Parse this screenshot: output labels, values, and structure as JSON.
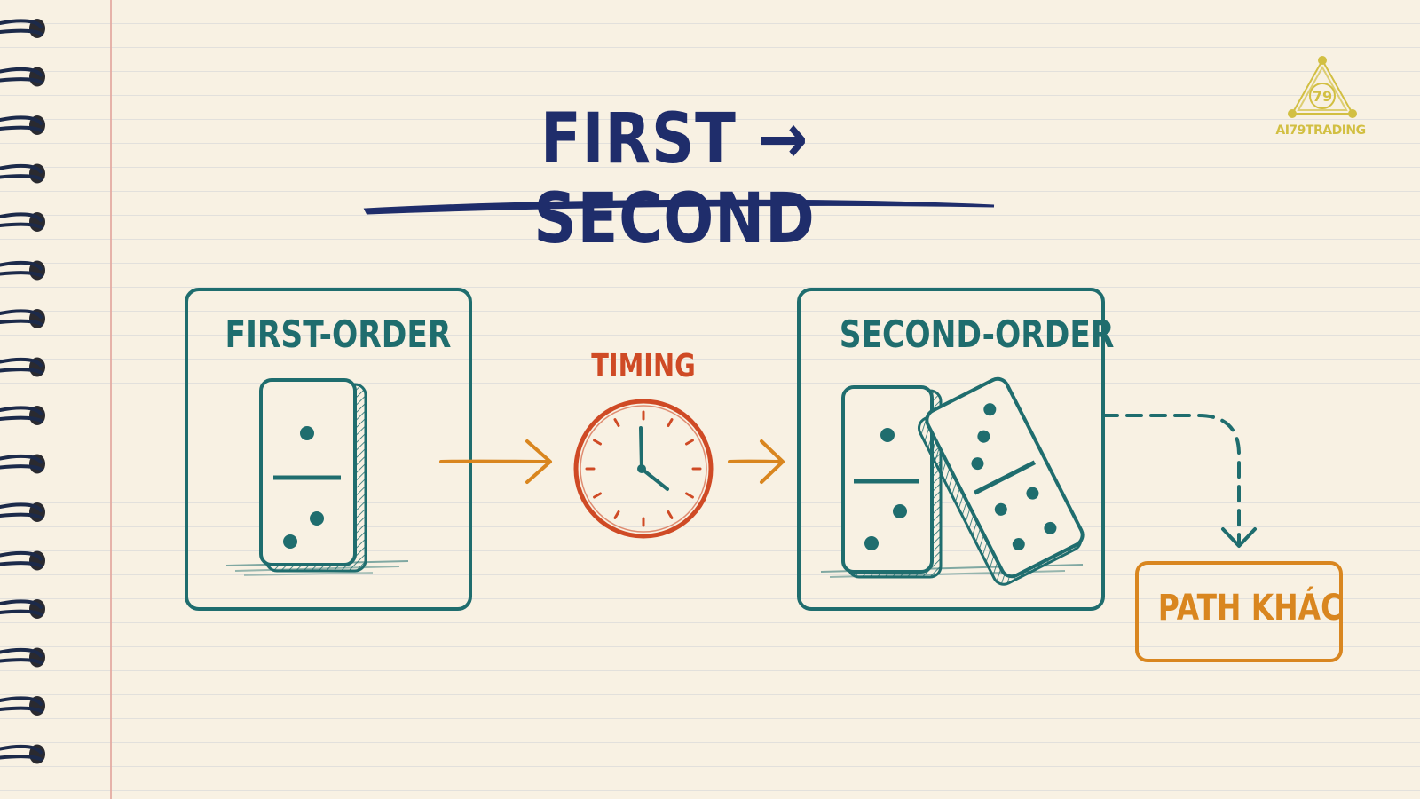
{
  "title": "FIRST → SECOND",
  "first_box": {
    "label": "FIRST-ORDER"
  },
  "timing": {
    "label": "TIMING"
  },
  "second_box": {
    "label": "SECOND-ORDER"
  },
  "path_box": {
    "label": "PATH KHÁC"
  },
  "logo": {
    "text": "AI79TRADING",
    "mark": "79"
  },
  "colors": {
    "paper": "#f8f1e3",
    "title": "#1f2d6b",
    "teal": "#1f6d6e",
    "orange": "#d9861f",
    "red": "#cf4a25",
    "logo": "#d2bf42",
    "margin_line": "#e3a79f"
  },
  "icons": [
    "spiral-binding-icon",
    "domino-icon",
    "clock-icon",
    "arrow-right-icon",
    "dashed-arrow-down-icon",
    "logo-icon"
  ]
}
